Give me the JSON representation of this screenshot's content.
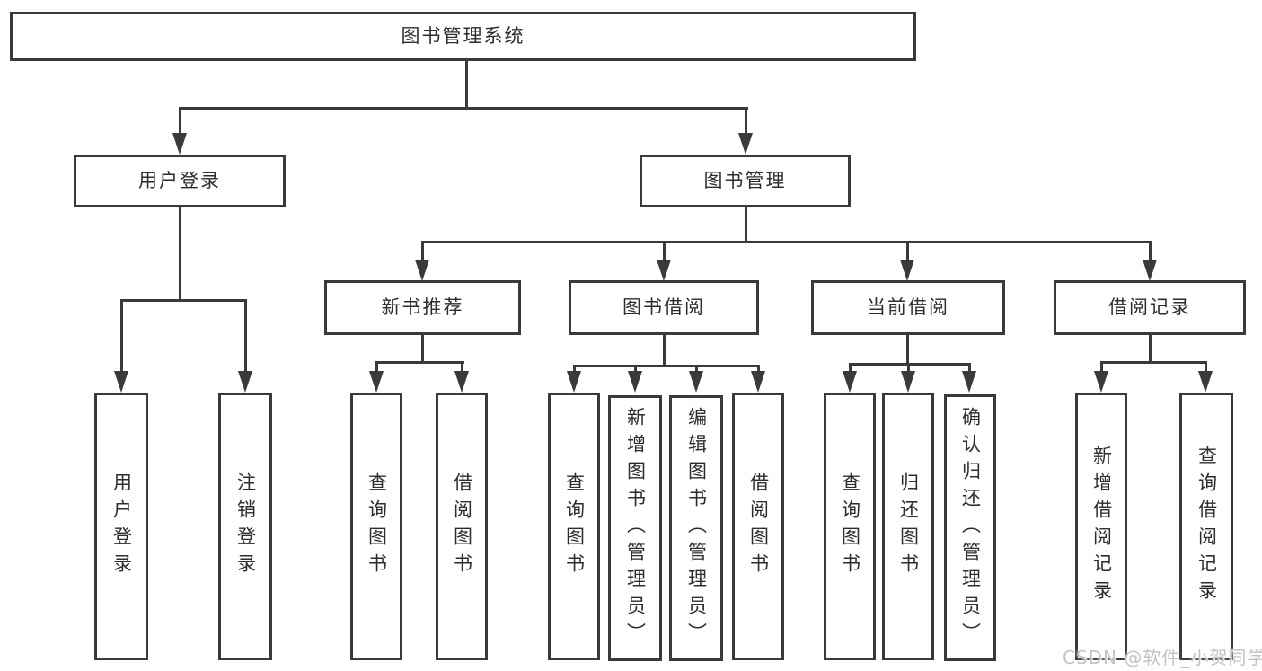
{
  "diagram_title": "图书管理系统",
  "watermark": {
    "text": "CSDN @软件_小贺同学"
  },
  "colors": {
    "background": "#ffffff",
    "line": "#3a3a3a",
    "box_border": "#3a3a3a",
    "box_bg": "#ffffff",
    "text": "#2d2d2d",
    "watermark": "#c3c3c3"
  },
  "tree": {
    "root": {
      "label": "图书管理系统",
      "children": [
        {
          "label": "用户登录",
          "children": [
            {
              "label": "用户登录"
            },
            {
              "label": "注销登录"
            }
          ]
        },
        {
          "label": "图书管理",
          "children": [
            {
              "label": "新书推荐",
              "children": [
                {
                  "label": "查询图书"
                },
                {
                  "label": "借阅图书"
                }
              ]
            },
            {
              "label": "图书借阅",
              "children": [
                {
                  "label": "查询图书"
                },
                {
                  "label": "新增图书（管理员）"
                },
                {
                  "label": "编辑图书（管理员）"
                },
                {
                  "label": "借阅图书"
                }
              ]
            },
            {
              "label": "当前借阅",
              "children": [
                {
                  "label": "查询图书"
                },
                {
                  "label": "归还图书"
                },
                {
                  "label": "确认归还（管理员）"
                }
              ]
            },
            {
              "label": "借阅记录",
              "children": [
                {
                  "label": "新增借阅记录"
                },
                {
                  "label": "查询借阅记录"
                }
              ]
            }
          ]
        }
      ]
    }
  }
}
